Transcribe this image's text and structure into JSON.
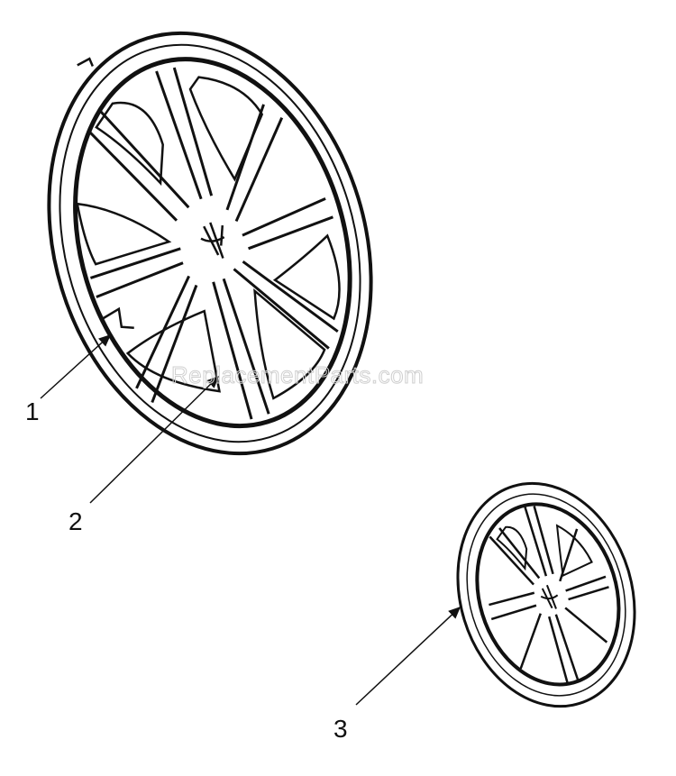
{
  "diagram": {
    "watermark": "ReplacementParts.com",
    "callouts": [
      {
        "id": "1",
        "label": "1"
      },
      {
        "id": "2",
        "label": "2"
      },
      {
        "id": "3",
        "label": "3"
      }
    ],
    "colors": {
      "line": "#111111",
      "background": "#ffffff",
      "watermark": "#cfcfcf"
    }
  }
}
